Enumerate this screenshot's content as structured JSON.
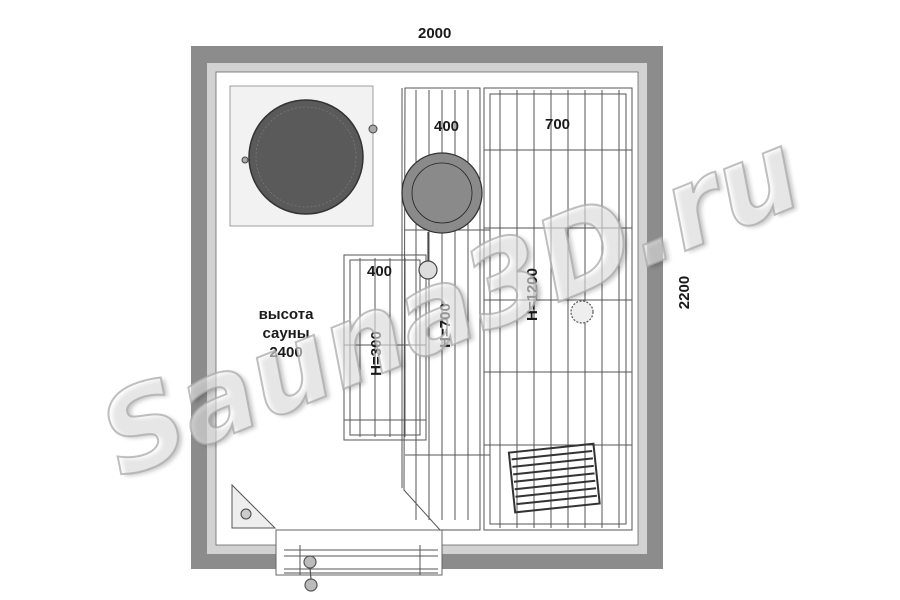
{
  "dimensions": {
    "width_total": "2000",
    "depth_total": "2200",
    "upper_bench_narrow": "400",
    "upper_bench_wide": "700",
    "lower_bench": "400",
    "height_lower_bench": "H=300",
    "height_middle_bench": "H=700",
    "height_upper_bench": "H=1200"
  },
  "sauna_height": {
    "line1": "высота",
    "line2": "сауны",
    "value": "2400"
  },
  "watermark": "Sauna3D.ru",
  "colors": {
    "wall": "#8c8c8c",
    "wall_inner": "#cfcfcf",
    "floor": "#ffffff",
    "line": "#4a4a4a",
    "stove": "#555555"
  }
}
